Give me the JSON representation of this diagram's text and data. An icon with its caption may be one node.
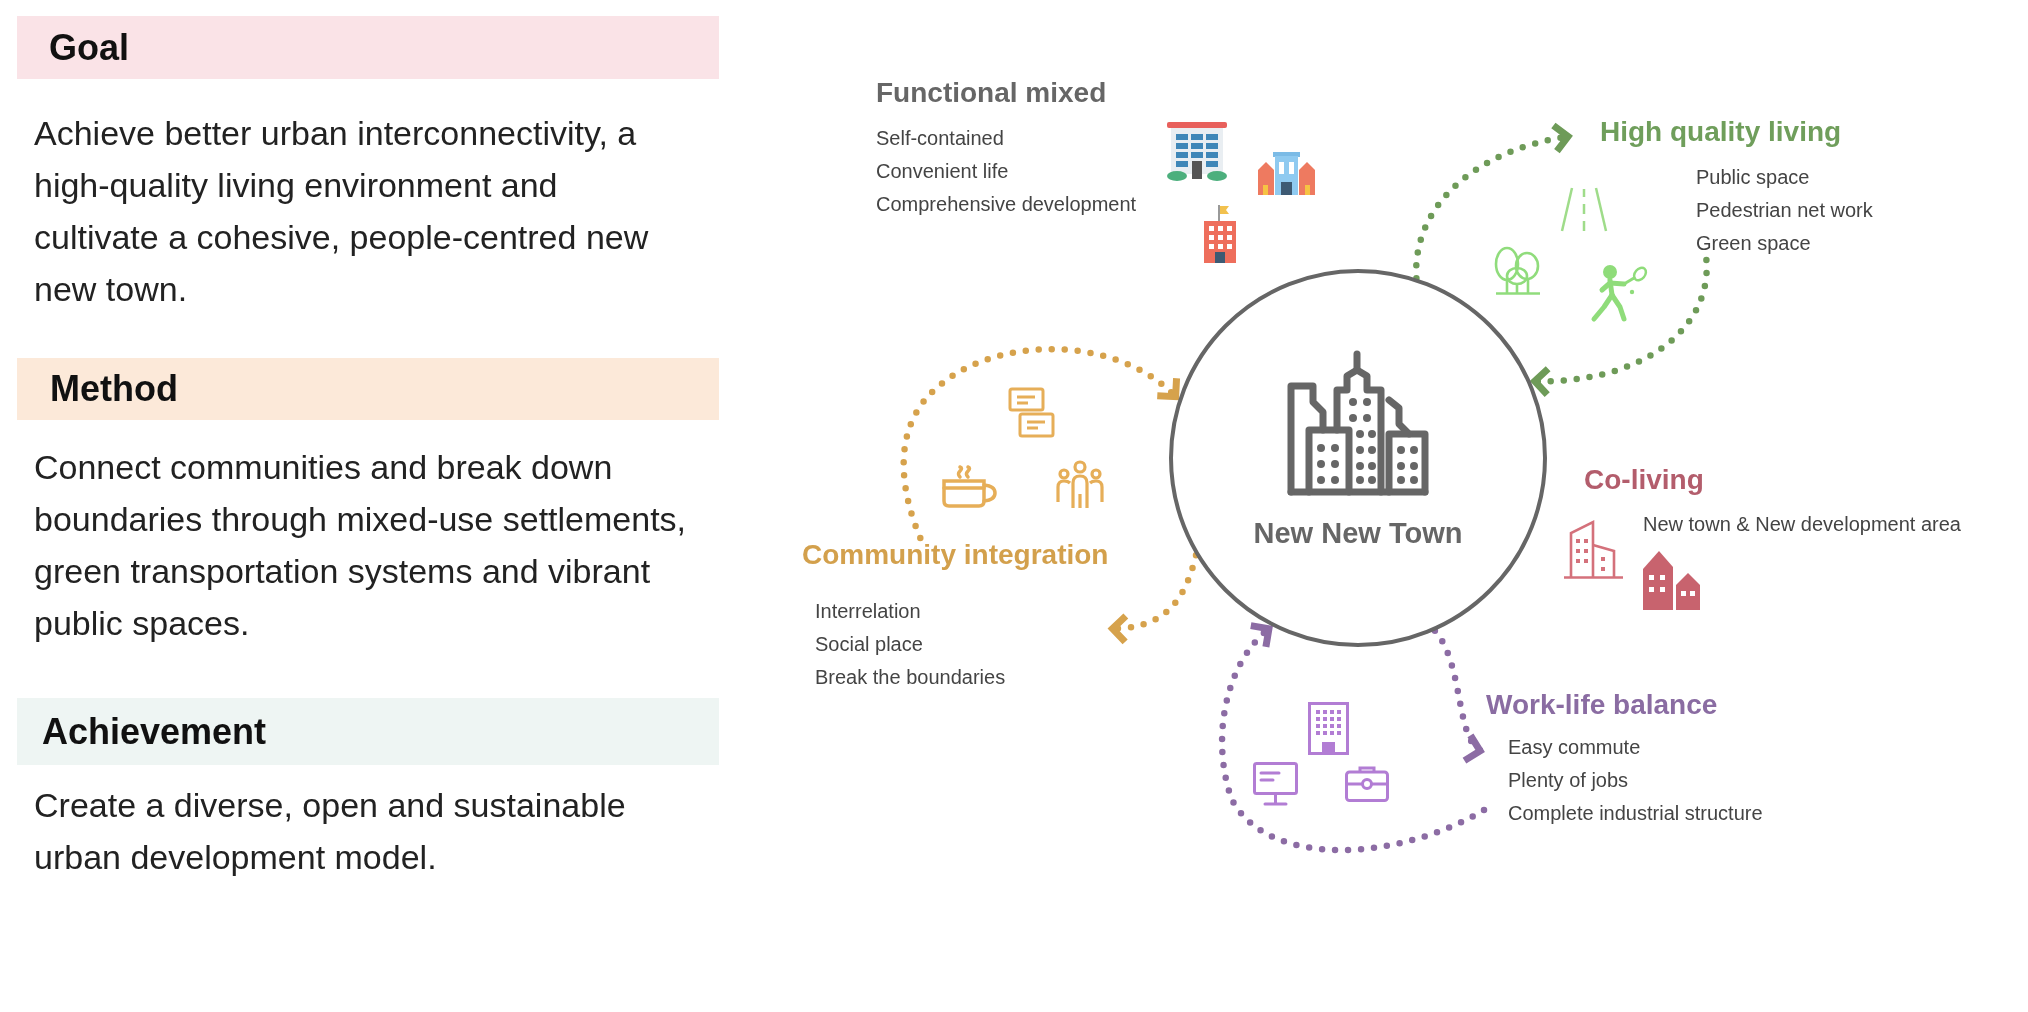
{
  "diagram": {
    "nodes": [
      {
        "text": [
          "Goal"
        ],
        "beside": [
          "Achieve better urban interconnectivity, a high-quality living environment and cultivate a cohesive, people-centred new new town."
        ]
      },
      {
        "text": [
          "Method"
        ],
        "beside": [
          "Connect communities and break down boundaries through mixed-use settlements, green transportation systems and vibrant public spaces."
        ]
      },
      {
        "text": [
          "Achievement"
        ],
        "beside": [
          "Create a diverse, open and sustainable urban development model."
        ]
      },
      {
        "text": [
          "Functional mixed",
          "Self-contained",
          "Convenient life",
          "Comprehensive development"
        ]
      },
      {
        "text": [
          "High quality living",
          "Public space",
          "Pedestrian net work",
          "Green space"
        ]
      },
      {
        "text": [
          "New New Town"
        ]
      },
      {
        "text": [
          "Co-living",
          "New town & New development area"
        ]
      },
      {
        "text": [
          "Community integration",
          "Interrelation",
          "Social place",
          "Break the boundaries"
        ]
      },
      {
        "text": [
          "Work-life balance",
          "Easy commute",
          "Plenty of jobs",
          "Complete industrial structure"
        ]
      }
    ],
    "edges": [
      {
        "from": 5,
        "to": 4,
        "arrow": "to",
        "style": "dashed",
        "color": "#6e9b58"
      },
      {
        "from": 4,
        "to": 5,
        "arrow": "to",
        "style": "dashed",
        "color": "#6e9b58"
      },
      {
        "from": 7,
        "to": 5,
        "arrow": "to",
        "style": "dashed",
        "color": "#d6a24c"
      },
      {
        "from": 5,
        "to": 7,
        "arrow": "to",
        "style": "dashed",
        "color": "#d6a24c"
      },
      {
        "from": 8,
        "to": 5,
        "arrow": "to",
        "style": "dashed",
        "color": "#8c6ca4"
      },
      {
        "from": 5,
        "to": 8,
        "arrow": "to",
        "style": "dashed",
        "color": "#8c6ca4"
      }
    ]
  }
}
